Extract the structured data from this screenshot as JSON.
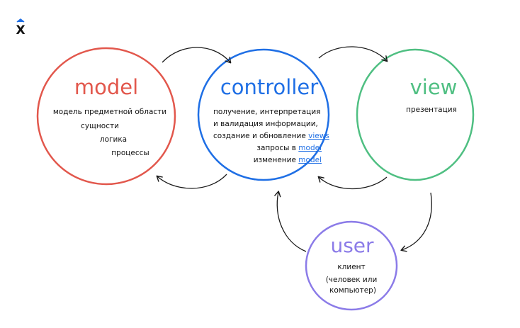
{
  "logo": {
    "text": "X"
  },
  "colors": {
    "model": "#e2574c",
    "controller": "#1f6fe5",
    "view": "#4fbf82",
    "user": "#8b7be8",
    "arrow": "#1a1a1a",
    "link": "#1f6fe5",
    "text": "#111111"
  },
  "nodes": {
    "model": {
      "title": "model",
      "lines": [
        "модель предметной области",
        "сущности",
        "логика",
        "процессы"
      ]
    },
    "controller": {
      "title": "controller",
      "lines": [
        "получение, интерпретация",
        "и валидация информации,",
        "создание и обновление"
      ],
      "link1": "views",
      "req_prefix": "запросы в",
      "link2": "model",
      "chg_prefix": "изменение",
      "link3": "model"
    },
    "view": {
      "title": "view",
      "lines": [
        "презентация"
      ]
    },
    "user": {
      "title": "user",
      "lines": [
        "клиент",
        "(человек или",
        "компьютер)"
      ]
    }
  }
}
